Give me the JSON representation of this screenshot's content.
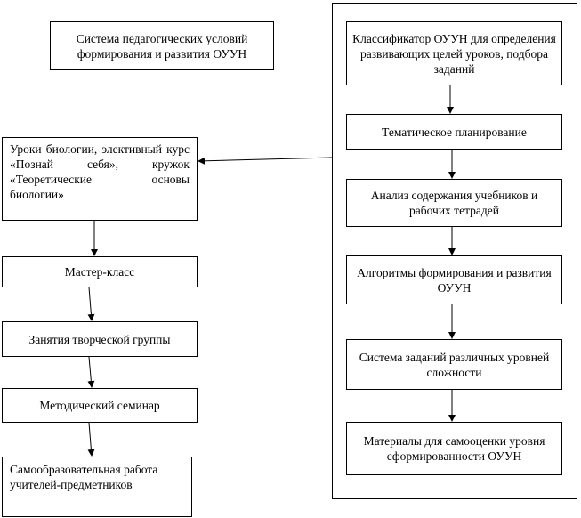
{
  "title_box": {
    "label": "Система педагогических условий формирования и развития ОУУН"
  },
  "right_column": {
    "items": [
      {
        "label": "Классификатор ОУУН для определения развивающих целей уроков, подбора заданий"
      },
      {
        "label": "Тематическое планирование"
      },
      {
        "label": "Анализ содержания учебников и рабочих тетрадей"
      },
      {
        "label": "Алгоритмы формирования и развития ОУУН"
      },
      {
        "label": "Система заданий различных уровней сложности"
      },
      {
        "label": "Материалы для самооценки уровня сформированности ОУУН"
      }
    ]
  },
  "left_column": {
    "items": [
      {
        "label": "Уроки биологии, элективный курс «Познай себя», кружок «Теоретические основы биологии»"
      },
      {
        "label": "Мастер-класс"
      },
      {
        "label": "Занятия творческой группы"
      },
      {
        "label": "Методический семинар"
      },
      {
        "label": "Самообразовательная работа учителей-предметников"
      }
    ]
  }
}
